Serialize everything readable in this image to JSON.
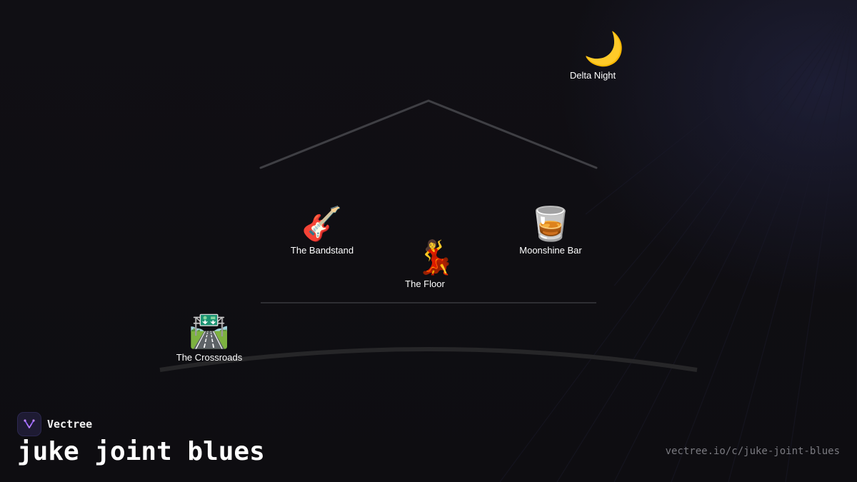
{
  "scene": {
    "nodes": [
      {
        "id": "delta-night",
        "emoji": "🌙",
        "label": "Delta Night"
      },
      {
        "id": "bandstand",
        "emoji": "🎸",
        "label": "The Bandstand"
      },
      {
        "id": "moonshine-bar",
        "emoji": "🥃",
        "label": "Moonshine Bar"
      },
      {
        "id": "floor",
        "emoji": "💃",
        "label": "The Floor"
      },
      {
        "id": "crossroads",
        "emoji": "🛣️",
        "label": "The Crossroads"
      }
    ]
  },
  "brand": {
    "name": "Vectree",
    "logo_icon": "vectree-logo-icon",
    "accent": "#8b5cf6"
  },
  "title": "juke joint blues",
  "url": "vectree.io/c/juke-joint-blues",
  "colors": {
    "background": "#0f0e12",
    "roof_line": "#3f3f44",
    "floor_line": "#2e2e33",
    "road_line": "#262628",
    "text": "#ffffff",
    "url_text": "#7a7a80"
  }
}
